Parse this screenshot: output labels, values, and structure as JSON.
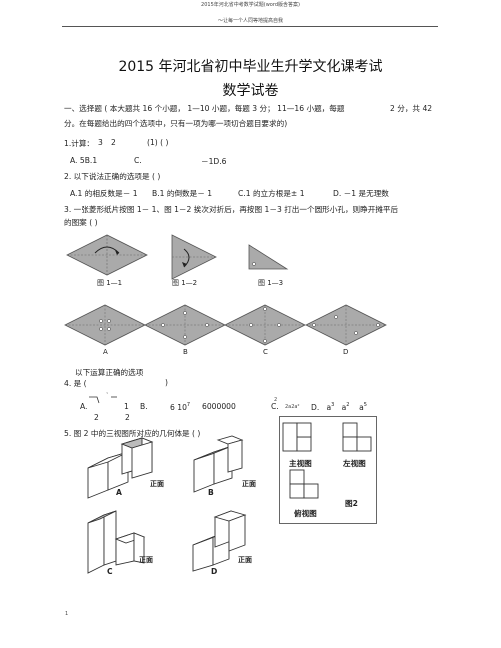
{
  "header": {
    "doc_title": "2015年河北省中考数学试题(word版含答案)",
    "slogan": "～让每一个人同等地提高自我"
  },
  "title": {
    "line1": "2015 年河北省初中毕业生升学文化课考试",
    "line2": "数学试卷"
  },
  "section1": {
    "line1_a": "一、选择题 ( 本大题共 16 个小题， 1—10 小题，每题 3 分； 11—16 小题，每题",
    "line1_b": "2 分，共 42",
    "line2": "分。在每题给出的四个选项中，只有一项为哪一项切合题目要求的)"
  },
  "q1": {
    "stem_a": "1.计算：",
    "stem_b": "3",
    "stem_c": "2",
    "stem_d": "(1)  (     )",
    "opt_a": "A. 5B.1",
    "opt_c": "C.",
    "opt_d": "－1D.6"
  },
  "q2": {
    "stem": "2. 以下说法正确的选项是 (     )",
    "opt_a": "A.1    的相反数是－ 1",
    "opt_b": "B.1     的倒数是－ 1",
    "opt_c": "C.1     的立方根是± 1",
    "opt_d": "D.    －1  是无理数"
  },
  "q3": {
    "stem1": "3. 一张菱形纸片按图 1－ 1、图 1－2 挨次对折后，再按图 1－3 打出一个圆形小孔，则睁开摊平后",
    "stem2": "的图案 (     )",
    "fig1": "图 1—1",
    "fig2": "图 1—2",
    "fig3": "图 1—3",
    "opts": [
      "A",
      "B",
      "C",
      "D"
    ]
  },
  "q4": {
    "pre": "以下运算正确的选项",
    "stem": "4. 是 (",
    "stem_close": ")",
    "opt_a": "A.",
    "opt_a_num": "1",
    "opt_a_den1": "2",
    "opt_a_den2": "2",
    "opt_b": "B.",
    "opt_b_val": "6  10",
    "opt_b_exp": "7",
    "opt_b_val2": "6000000",
    "opt_c": "C.",
    "opt_c_exp": "2",
    "opt_c_val": "2a2a²",
    "opt_d": "D.",
    "opt_d_a1": "a",
    "opt_d_e1": "3",
    "opt_d_a2": "a",
    "opt_d_e2": "2",
    "opt_d_a3": "a",
    "opt_d_e3": "5"
  },
  "q5": {
    "stem": "5. 图 2 中的三视图所对应的几何体是 (     )",
    "labels": [
      "A",
      "B",
      "C",
      "D"
    ],
    "front": "正面",
    "main_view": "主视图",
    "left_view": "左视图",
    "top_view": "俯视图",
    "fig": "图2"
  },
  "footer": {
    "page": "1"
  }
}
